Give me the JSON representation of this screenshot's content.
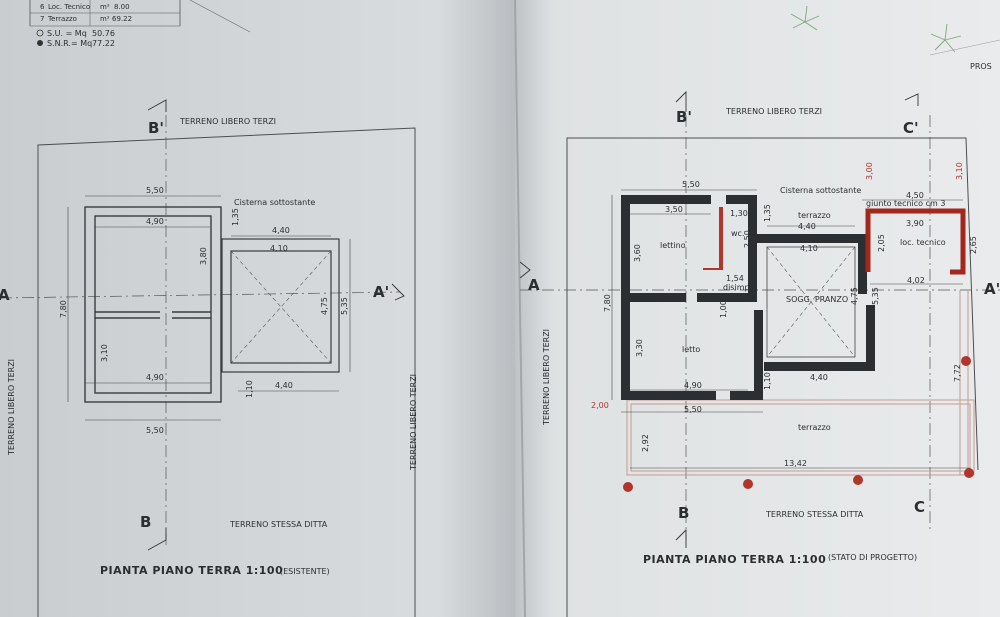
{
  "legend": {
    "row6_num": "6",
    "row6_label": "Loc. Tecnico",
    "row6_unit": "m²",
    "row6_value": "8.00",
    "row7_num": "7",
    "row7_label": "Terrazzo",
    "row7_unit": "m²",
    "row7_value": "69.22",
    "su_label": "S.U. = Mq",
    "su_value": "50.76",
    "snr_label": "S.N.R.= Mq",
    "snr_value": "77.22"
  },
  "left_plan": {
    "top_boundary": "TERRENO LIBERO TERZI",
    "left_boundary": "TERRENO LIBERO TERZI",
    "right_boundary": "TERRENO LIBERO TERZI",
    "bottom_boundary": "TERRENO STESSA DITTA",
    "section_b_top": "B'",
    "section_b_bottom": "B",
    "section_a_left": "A",
    "section_a_right": "A'",
    "cisterna": "Cisterna sottostante",
    "dims": {
      "top_width": "5,50",
      "inner_width_top": "4,90",
      "right_top": "1,35",
      "mid_height": "3,80",
      "cis_outer": "4,40",
      "cis_inner": "4,10",
      "cis_right_a": "4,75",
      "cis_right_b": "5,35",
      "left_height": "7,80",
      "lower_room": "3,10",
      "inner_width_bottom": "4,90",
      "small_gap": "1,10",
      "cis_bottom": "4,40",
      "bottom_width": "5,50"
    },
    "title": "PIANTA PIANO TERRA  1:100",
    "subtitle": "(ESISTENTE)"
  },
  "right_plan": {
    "corner_label": "PROS",
    "top_boundary": "TERRENO LIBERO TERZI",
    "left_boundary": "TERRENO LIBERO TERZI",
    "bottom_boundary": "TERRENO STESSA DITTA",
    "section_b_top": "B'",
    "section_b_bottom": "B",
    "section_c_top": "C'",
    "section_c_bottom": "C",
    "section_a_left": "A",
    "section_a_right": "A'",
    "cisterna": "Cisterna sottostante",
    "giunto": "giunto tecnico cm 3",
    "rooms": {
      "lettino": "lettino",
      "wc": "wc.",
      "disimp": "disimp.",
      "sogg": "SOGG. PRANZO",
      "letto": "letto",
      "loc_tecnico": "loc. tecnico",
      "terrazzo_top": "terrazzo",
      "terrazzo_bottom": "terrazzo"
    },
    "dims": {
      "top_width": "5,50",
      "d350": "3,50",
      "d130": "1,30",
      "d135": "1,35",
      "d440": "4,40",
      "d410": "4,10",
      "d360": "3,60",
      "d250": "2,50",
      "d154": "1,54",
      "d100": "1,00",
      "d780": "7,80",
      "d330": "3,30",
      "d475": "4,75",
      "d535": "5,35",
      "d490": "4,90",
      "d110": "1,10",
      "d440b": "4,40",
      "d550b": "5,50",
      "d292": "2,92",
      "d1342": "13,42",
      "d772": "7,72",
      "d200": "2,00",
      "d450": "4,50",
      "d390": "3,90",
      "d205": "2,05",
      "d265": "2,65",
      "d402": "4,02",
      "d300": "3,00",
      "d310": "3,10"
    },
    "title": "PIANTA PIANO TERRA  1:100",
    "subtitle": "(STATO DI PROGETTO)"
  }
}
